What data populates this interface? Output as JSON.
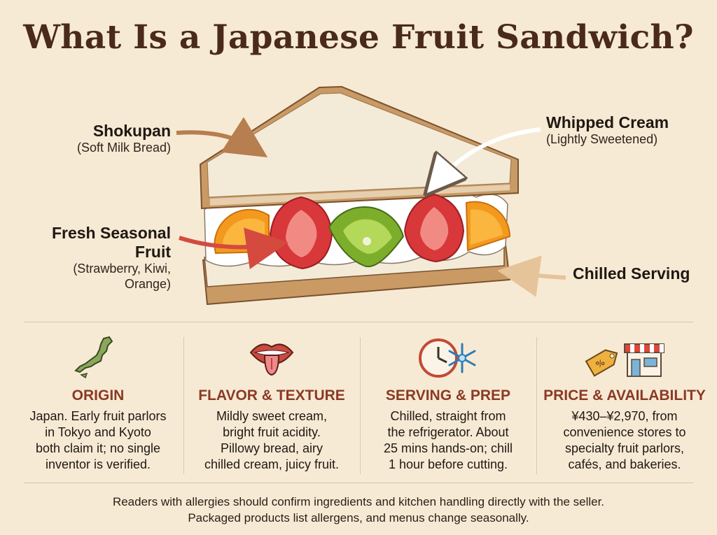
{
  "title": "What Is a Japanese Fruit Sandwich?",
  "labels": {
    "shokupan": {
      "main": "Shokupan",
      "sub": "(Soft Milk Bread)"
    },
    "cream": {
      "main": "Whipped Cream",
      "sub": "(Lightly Sweetened)"
    },
    "fruit": {
      "main": "Fresh Seasonal Fruit",
      "sub1": "(Strawberry, Kiwi,",
      "sub2": "Orange)"
    },
    "chilled": {
      "main": "Chilled Serving"
    }
  },
  "columns": [
    {
      "icon": "japan-map-icon",
      "heading": "ORIGIN",
      "lines": [
        "Japan. Early fruit parlors",
        "in Tokyo and Kyoto",
        "both claim it; no single",
        "inventor is verified."
      ]
    },
    {
      "icon": "mouth-tongue-icon",
      "heading": "FLAVOR & TEXTURE",
      "lines": [
        "Mildly sweet cream,",
        "bright fruit acidity.",
        "Pillowy bread, airy",
        "chilled cream, juicy fruit."
      ]
    },
    {
      "icon": "clock-snowflake-icon",
      "heading": "SERVING & PREP",
      "lines": [
        "Chilled, straight from",
        "the refrigerator. About",
        "25 mins hands-on; chill",
        "1 hour before cutting."
      ]
    },
    {
      "icon": "price-tag-store-icon",
      "heading": "PRICE & AVAILABILITY",
      "lines": [
        "¥430–¥2,970, from",
        "convenience stores to",
        "specialty fruit parlors,",
        "cafés, and bakeries."
      ]
    }
  ],
  "footer": [
    "Readers with allergies should confirm ingredients and kitchen handling directly with the seller.",
    "Packaged products list allergens, and menus change seasonally."
  ],
  "colors": {
    "background": "#f7ead5",
    "title": "#4a2a1a",
    "heading": "#8a3a24",
    "bread": "#f4ead8",
    "crust": "#c99a64",
    "strawberry": "#d8383a",
    "kiwi": "#7cae2c",
    "orange": "#f39a1e"
  }
}
